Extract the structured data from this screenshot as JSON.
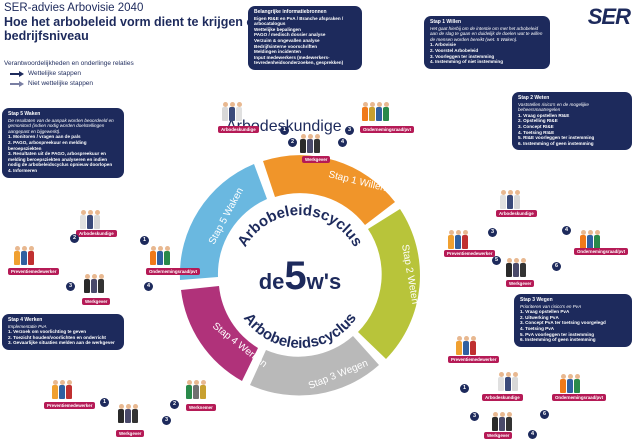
{
  "header": {
    "title_line1": "SER-advies Arbovisie 2040",
    "title_line2": "Hoe het arbobeleid vorm dient te krijgen op bedrijfsniveau",
    "logo": "SER"
  },
  "legend": {
    "title": "Verantwoordelijkheden en onderlinge relaties",
    "items": [
      {
        "label": "Wettelijke stappen",
        "color": "#1d2a5c"
      },
      {
        "label": "Niet wettelijke stappen",
        "color": "#7a7fa3"
      }
    ]
  },
  "cycle": {
    "center_top": "Arbobeleidscyclus",
    "center_prefix": "de",
    "center_number": "5",
    "center_suffix": "w's",
    "center_bottom": "Arbobeleidscyclus",
    "steps": [
      {
        "label": "Stap 1 Willen",
        "color": "#f0952a"
      },
      {
        "label": "Stap 2 Weten",
        "color": "#b8c43a"
      },
      {
        "label": "Stap 3 Wegen",
        "color": "#b9b9b9"
      },
      {
        "label": "Stap 4 Werken",
        "color": "#b0327a"
      },
      {
        "label": "Stap 5 Waken",
        "color": "#6ab8e0"
      }
    ]
  },
  "info_bubble": {
    "title": "Belangrijke informatiebronnen",
    "items": [
      "Eigen RI&E en PvA / Branche afspraken / arbocatalogus",
      "Wettelijke bepalingen",
      "PAGO / medisch dossier analyse",
      "Verzuim & ongevallen analyse",
      "Bedrijfsinterne voorschriften",
      "Meldingen incidenten",
      "Input medewerkers (medewerkers-tevredenheidsonderzoeken, gesprekken)"
    ]
  },
  "step1_bubble": {
    "title": "Stap 1 Willen",
    "intro": "Het gaat hierbij om de intentie om met het arbobeleid aan de slag te gaan en duidelijk de doelen wat te willen de mensen worden bereikt (wet. 5 Waken).",
    "items": [
      "1. Arbovisie",
      "2. Voorstel Arbobeleid",
      "3. Voorleggen ter instemming",
      "4. Instemming of niet instemming"
    ]
  },
  "step2_bubble": {
    "title": "Stap 2 Weten",
    "intro": "Vaststellen risico's en de mogelijke beheersmaatregelen",
    "items": [
      "1. Vraag opstellen RI&E",
      "2. Opstelling RI&E",
      "3. Concept RI&E",
      "4. Toetsing RI&E",
      "5. RI&E voorleggen ter instemming",
      "6. Instemming of geen instemming"
    ]
  },
  "step3_bubble": {
    "title": "Stap 3 Wegen",
    "intro": "Prioriteren van risico's en PvA",
    "items": [
      "1. Vraag opstellen PvA",
      "2. Uitwerking PvA",
      "3. Concept PvA ter toetsing voorgelegd",
      "4. Toetsing PvA",
      "5. PvA voorleggen ter instemming",
      "6. Instemming of geen instemming"
    ]
  },
  "step4_bubble": {
    "title": "Stap 4 Werken",
    "intro": "Implementatie PvA",
    "items": [
      "1. Verzoek om voorlichting te geven",
      "2. Toezicht houden/voorlichten en onderricht",
      "3. Gevaarlijke situaties melden aan de werkgever"
    ]
  },
  "step5_bubble": {
    "title": "Stap 5 Waken",
    "intro": "De resultaten van de aanpak worden beoordeeld en gemonitord (indien nodig worden doelstellingen aangepast en bijgewerkt).",
    "items": [
      "1. Monitoren / vragen aan de pals",
      "2. PAGO, arbospreekuur en melding beroepsziekten",
      "3. Resultaten uit de PAGO, arbospreekuur en melding beroepsziekten analyseren en indien nodig de arbobeleidscyclus opnieuw doorlopen",
      "4. Informeren"
    ]
  },
  "roles": {
    "arbodeskundige": "Arbodeskundige",
    "ondernemingsraad": "Ondernemingsraad/pvt",
    "werkgever": "Werkgever",
    "preventiemedewerker": "Preventiemedewerker",
    "werknemer": "Werknemer"
  },
  "numbers": [
    "1",
    "2",
    "3",
    "4",
    "5",
    "6"
  ],
  "icons": {
    "arrow": "arrow-icon"
  }
}
